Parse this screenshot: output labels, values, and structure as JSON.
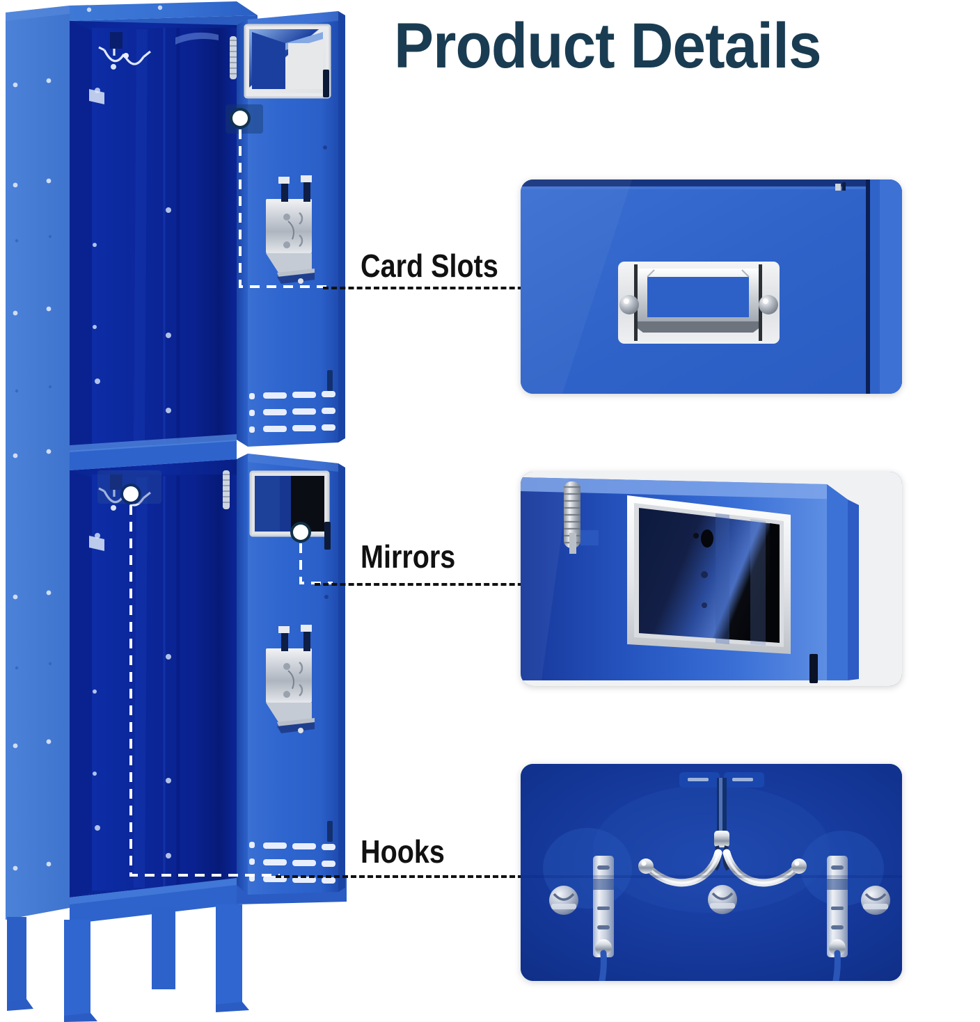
{
  "header": {
    "title": "Product Details",
    "title_color": "#1a3c52"
  },
  "callouts": [
    {
      "id": "card-slots",
      "label": "Card Slots",
      "label_color": "#111111",
      "marker": "white-dot-marker",
      "detail_photo": "card-slot-holder-closeup"
    },
    {
      "id": "mirrors",
      "label": "Mirrors",
      "label_color": "#111111",
      "marker": "white-dot-marker",
      "detail_photo": "door-mirror-closeup"
    },
    {
      "id": "hooks",
      "label": "Hooks",
      "label_color": "#111111",
      "marker": "white-dot-marker",
      "detail_photo": "coat-hooks-closeup"
    }
  ],
  "product": {
    "name": "two-tier-metal-storage-locker",
    "compartments": 2,
    "doors_open": true,
    "colors": {
      "door_face": "#2f66cf",
      "side_panel": "#4a7fd4",
      "interior": "#0a2596",
      "interior_dark": "#071b73",
      "top_panel": "#3a72d6",
      "leg": "#2b5fc6",
      "hardware_chrome": "#d8dce2",
      "mirror_frame": "#e9eaec",
      "background": "#ffffff"
    },
    "features": [
      "card-slot-holder",
      "door-mirror",
      "coat-hooks",
      "ventilation-slots",
      "latch-lock-mechanism",
      "adjustable-legs"
    ]
  }
}
